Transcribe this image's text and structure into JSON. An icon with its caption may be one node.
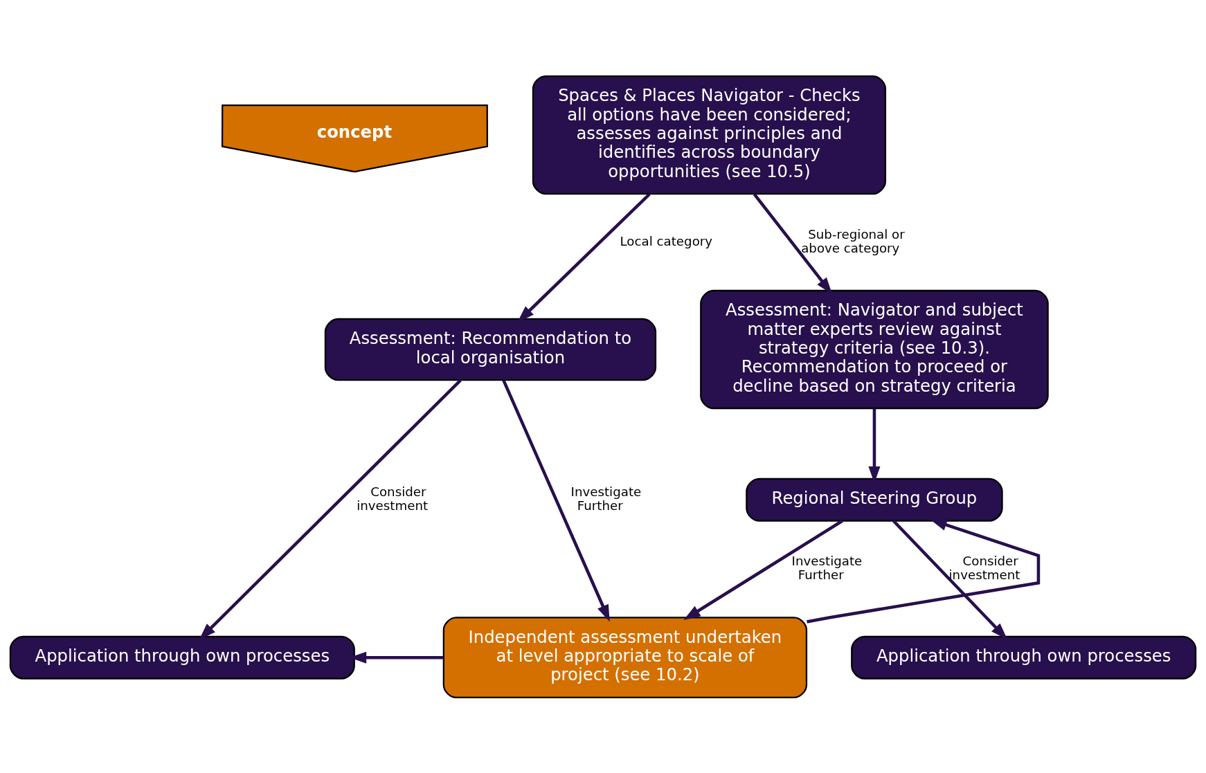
{
  "diagram": {
    "nodes": [
      {
        "text": [
          "concept"
        ]
      },
      {
        "text": [
          "Spaces & Places Navigator - Checks all options have been considered; assesses against principles and identifies across boundary opportunities (see 10.5)"
        ]
      },
      {
        "text": [
          "Assessment: Recommendation to local organisation"
        ]
      },
      {
        "text": [
          "Assessment: Navigator and subject matter experts review against strategy criteria (see 10.3). Recommendation to proceed or decline based on strategy criteria"
        ]
      },
      {
        "text": [
          "Regional Steering Group"
        ]
      },
      {
        "text": [
          "Application through own processes"
        ]
      },
      {
        "text": [
          "Independent assessment undertaken at level appropriate to scale of project (see 10.2)"
        ]
      },
      {
        "text": [
          "Application through own processes"
        ]
      }
    ],
    "edges": [
      {
        "from": 1,
        "to": 2,
        "arrow": "to",
        "label": "Local category"
      },
      {
        "from": 1,
        "to": 3,
        "arrow": "to",
        "label": "Sub-regional or above category"
      },
      {
        "from": 3,
        "to": 4,
        "arrow": "to"
      },
      {
        "from": 2,
        "to": 5,
        "arrow": "to",
        "label": "Consider investment"
      },
      {
        "from": 2,
        "to": 6,
        "arrow": "to",
        "label": "Investigate Further"
      },
      {
        "from": 4,
        "to": 6,
        "arrow": "to",
        "label": "Investigate Further"
      },
      {
        "from": 4,
        "to": 7,
        "arrow": "to",
        "label": "Consider investment"
      },
      {
        "from": 6,
        "to": 4,
        "arrow": "to"
      },
      {
        "from": 6,
        "to": 5,
        "arrow": "to"
      }
    ]
  }
}
